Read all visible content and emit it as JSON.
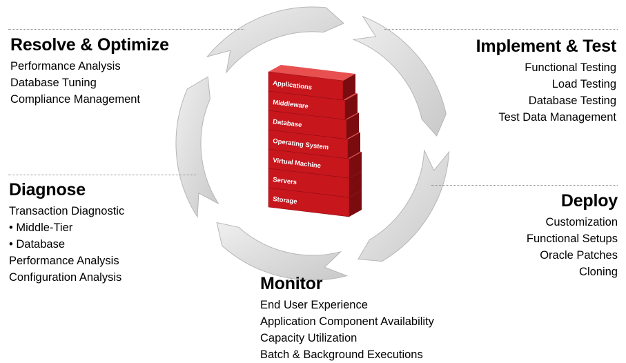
{
  "stack": {
    "layers": [
      "Applications",
      "Middleware",
      "Database",
      "Operating System",
      "Virtual Machine",
      "Servers",
      "Storage"
    ],
    "colors": {
      "front": "#c8161d",
      "top": "#e85050",
      "side": "#7a0b0f"
    }
  },
  "ring": {
    "arrow_count": 5,
    "color": "#d9d9d9"
  },
  "blocks": {
    "resolve": {
      "title": "Resolve & Optimize",
      "items": [
        "Performance Analysis",
        "Database Tuning",
        "Compliance Management"
      ]
    },
    "implement": {
      "title": "Implement & Test",
      "items": [
        "Functional Testing",
        "Load Testing",
        "Database Testing",
        "Test Data Management"
      ]
    },
    "diagnose": {
      "title": "Diagnose",
      "items": [
        "Transaction Diagnostic",
        "• Middle-Tier",
        "• Database",
        "Performance Analysis",
        "Configuration Analysis"
      ]
    },
    "deploy": {
      "title": "Deploy",
      "items": [
        "Customization",
        "Functional Setups",
        "Oracle Patches",
        "Cloning"
      ]
    },
    "monitor": {
      "title": "Monitor",
      "items": [
        "End User Experience",
        "Application Component Availability",
        "Capacity Utilization",
        "Batch & Background Executions"
      ]
    }
  }
}
